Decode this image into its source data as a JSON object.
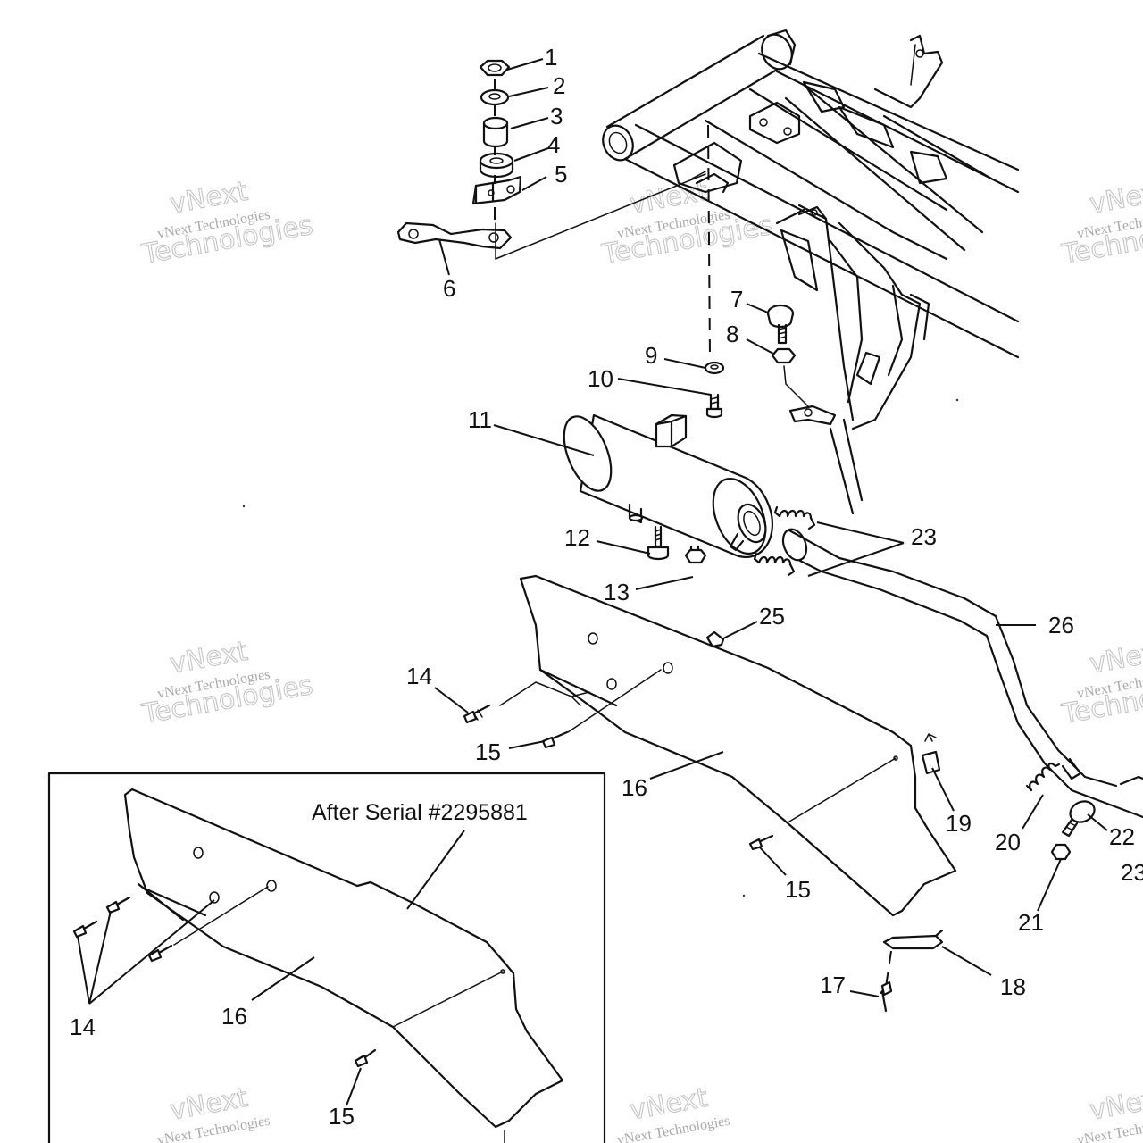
{
  "watermark": {
    "line1": "vNext",
    "line2": "vNext Technologies",
    "line3": "Technologies"
  },
  "inset": {
    "title": "After Serial #2295881"
  },
  "callouts": {
    "c1": "1",
    "c2": "2",
    "c3": "3",
    "c4": "4",
    "c5": "5",
    "c6": "6",
    "c7": "7",
    "c8": "8",
    "c9": "9",
    "c10": "10",
    "c11": "11",
    "c12": "12",
    "c13": "13",
    "c14": "14",
    "c15": "15",
    "c16": "16",
    "c17": "17",
    "c18": "18",
    "c19": "19",
    "c20": "20",
    "c21": "21",
    "c22": "22",
    "c23": "23",
    "c25": "25",
    "c26": "26"
  }
}
